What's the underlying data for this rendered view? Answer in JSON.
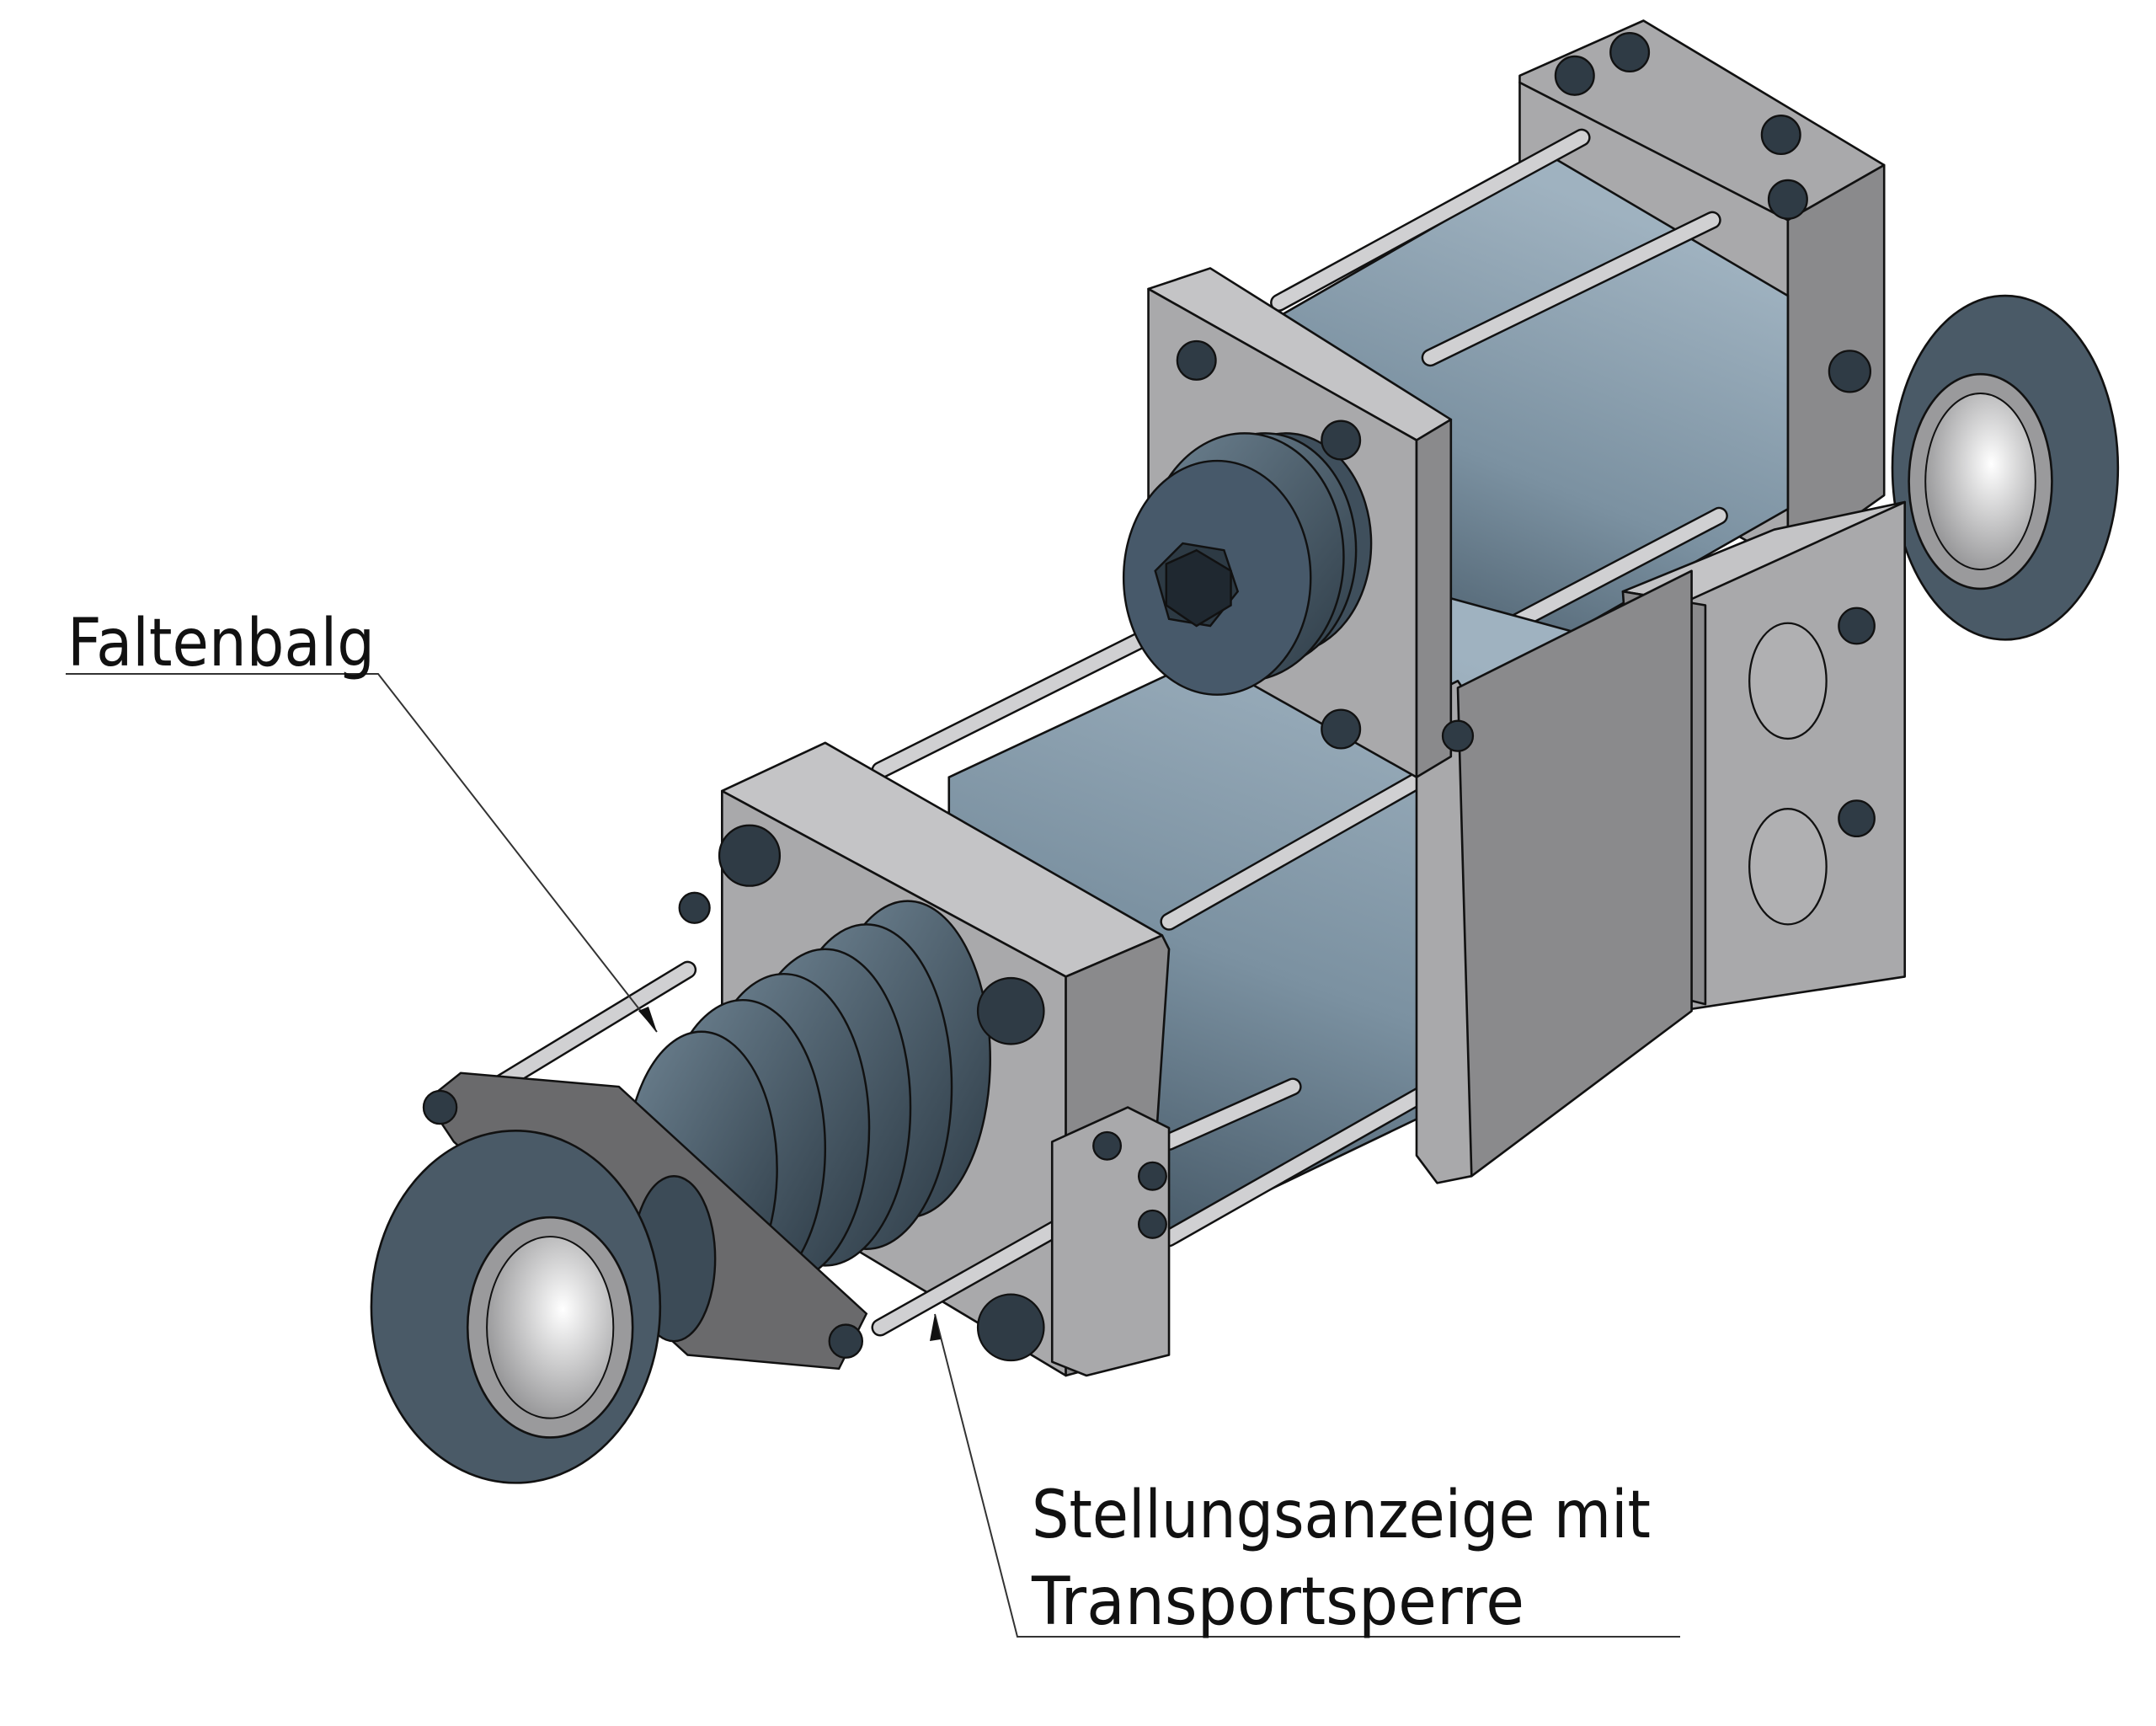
{
  "labels": {
    "bellows": "Faltenbalg",
    "indicator_line1": "Stellungsanzeige mit",
    "indicator_line2": "Transportsperre"
  },
  "colors": {
    "cylinder": "#5f7484",
    "plate": "#a9a9ab",
    "bellows": "#3f4f5c",
    "background": "#ffffff"
  }
}
